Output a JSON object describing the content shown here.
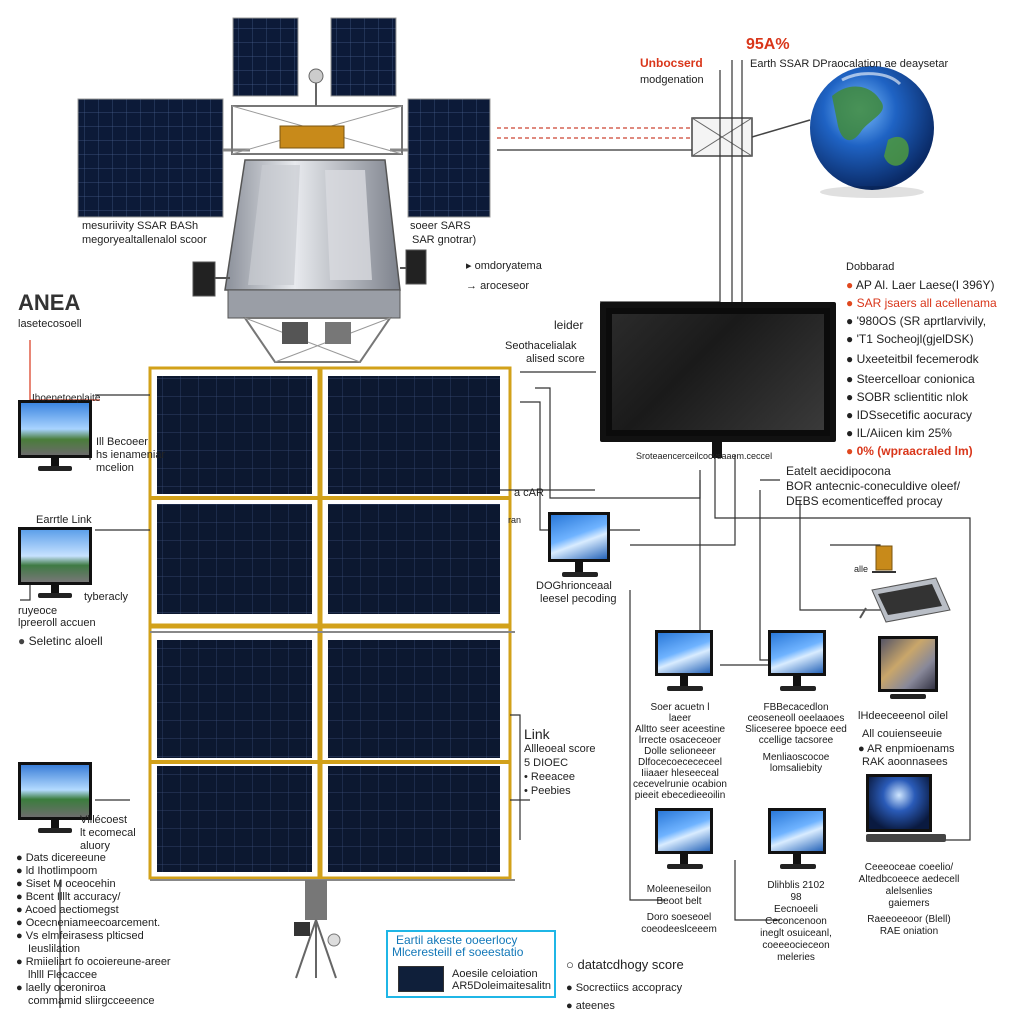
{
  "top_annotations": {
    "red_label": "Unbocserd",
    "red_label_sub": "modgenation",
    "percent": "95A%",
    "earth_caption": "Earth SSAR DPraocalation ae deaysetar"
  },
  "panel_labels": {
    "left_line1": "mesuriivity SSAR BASh",
    "left_line2": "megoryealtallenalol scoor",
    "right_line1": "soeer SARS",
    "right_line2": "SAR gnotrar)"
  },
  "processor_labels": {
    "line1": "omdoryatema",
    "line2": "aroceseor"
  },
  "left_title": {
    "title": "ANEA",
    "subtitle": "lasetecosoell"
  },
  "left_monitor1": {
    "side_label": "Ihoenetoeplaite",
    "note1": "Ill Becoeer",
    "note2": "hs ienameniar",
    "note3": "mcelion"
  },
  "left_monitor2": {
    "top_label": "Earrtle Link",
    "side_label": "tyberacly",
    "note1": "ruyeoce",
    "note2": "lpreeroll accuen",
    "note3": "Seletinc aloell"
  },
  "left_monitor3": {
    "note1": "Vlllécoest",
    "note2": "lt ecomecal",
    "note3": "aluory"
  },
  "left_list": [
    "Dats dicereeune",
    "ld Ihotlimpoom",
    "Siset M oceocehin",
    "Bcent Illlt accuracy/",
    "Acoed aectiomegst",
    "Ocecneniameecoarcement.",
    "Vs elmfeirasess plticsed",
    "Ieuslilation",
    "Rmiieliart fo ocoiereune-areer",
    "lhlll Flecaccee",
    "laelly oceroniroa",
    "commamid sliirgcceeence"
  ],
  "center_labels": {
    "leider": "leider",
    "sooth1": "Seothacelialak",
    "sooth2": "alised score",
    "sar": "a cAR",
    "ran": "ran",
    "link": "Link",
    "link1": "Allleoeal score",
    "link2": "5 DIOEC",
    "link3": "Reeacee",
    "link4": "Peebies"
  },
  "right_list": {
    "header": "Dobbarad",
    "items": [
      {
        "bullet": "●",
        "text": "AP Al. Laer Laese(I 396Y)",
        "red": true
      },
      {
        "bullet": "●",
        "text": "SAR jsaers all acellenama",
        "red": true
      },
      {
        "bullet": "●",
        "text": "'980OS (SR aprtlarvivily,",
        "red": false
      },
      {
        "bullet": "●",
        "text": "'T1 Socheojl(gjelDSK)",
        "red": false
      },
      {
        "bullet": "●",
        "text": "Uxeeteitbil fecemerodk",
        "red": false
      },
      {
        "bullet": "●",
        "text": "Steercelloar conionica",
        "red": false
      },
      {
        "bullet": "●",
        "text": "SOBR sclientitic nlok",
        "red": false
      },
      {
        "bullet": "●",
        "text": "IDSsecetific aocuracy",
        "red": false
      },
      {
        "bullet": "●",
        "text": "IL/Aiicen kim 25%",
        "red": false
      },
      {
        "bullet": "●",
        "text": "0% (wpraacraled lm)",
        "red": true
      }
    ]
  },
  "big_monitor": {
    "caption": "Sroteaencerceilcocvsaaem.ceccel",
    "note1": "Eatelt aecidipocona",
    "note2": "BOR antecnic-coneculdive oleef/",
    "note3": "DEBS ecomenticeffed procay"
  },
  "mid_monitor": {
    "line1": "DOGhrionceaal",
    "line2": "leesel pecoding"
  },
  "grid_monitors": [
    {
      "l1": "Soer acuetn l",
      "l2": "laeer",
      "l3": "Alltto seer aceestine",
      "l4": "lrrecte osaceceoer",
      "l5": "Dolle selioneeer",
      "l6": "Dlfocecoecececeel",
      "l7": "Iiiaaer hleseeceal",
      "l8": "cecevelrunie ocabion",
      "l9": "pieeit ebecedieeoilin"
    },
    {
      "l1": "FBBecacedlon",
      "l2": "ceoseneoll oeelaaoes",
      "l3": "Sliceseree bpoece eed",
      "l4": "ccellige tacsoree",
      "l5": "Menliaoscocoe",
      "l6": "lomsaliebity"
    },
    {
      "l1": "Moleeneseilon",
      "l2": "Beoot belt",
      "l3": "Doro soeseoel",
      "l4": "coeodeeslceeem"
    },
    {
      "l1": "Dlihblis 2102",
      "l2": "98",
      "l3": "Eecnoeeli",
      "l4": "Ceconcenoon",
      "l5": "ineglt osuiceanl,",
      "l6": "coeeeocieceon",
      "l7": "meleries"
    }
  ],
  "right_column": {
    "lab_label": "alle",
    "ops_label": "lHdeeceeenol oilel",
    "ops2": "All couienseeuie",
    "ops3": "AR enpmioenams",
    "ops4": "RAK aoonnasees",
    "ws1": "Ceeeoceae coeelio/",
    "ws2": "Altedbcoeece aedecell",
    "ws3": "alelsenlies",
    "ws4": "gaiemers",
    "ws5": "Raeeoeeoor (Blell)",
    "ws6": "RAE oniation"
  },
  "cyan_box": {
    "title1": "Eartil akeste ooeerlocy",
    "title2": "Mlceresteill ef soeestatio",
    "row1": "Aoesile celoiation",
    "row2": "AR5Doleimaitesalitn"
  },
  "bottom_right": {
    "line1": "datatcdhogy score",
    "line2": "Socrectiics accopracy",
    "line3": "ateenes"
  },
  "colors": {
    "panel": "#0e1a33",
    "panel_frame": "#d2a11a",
    "red_accent": "#d9361a",
    "cyan": "#1fb6e6",
    "line": "#333333"
  }
}
